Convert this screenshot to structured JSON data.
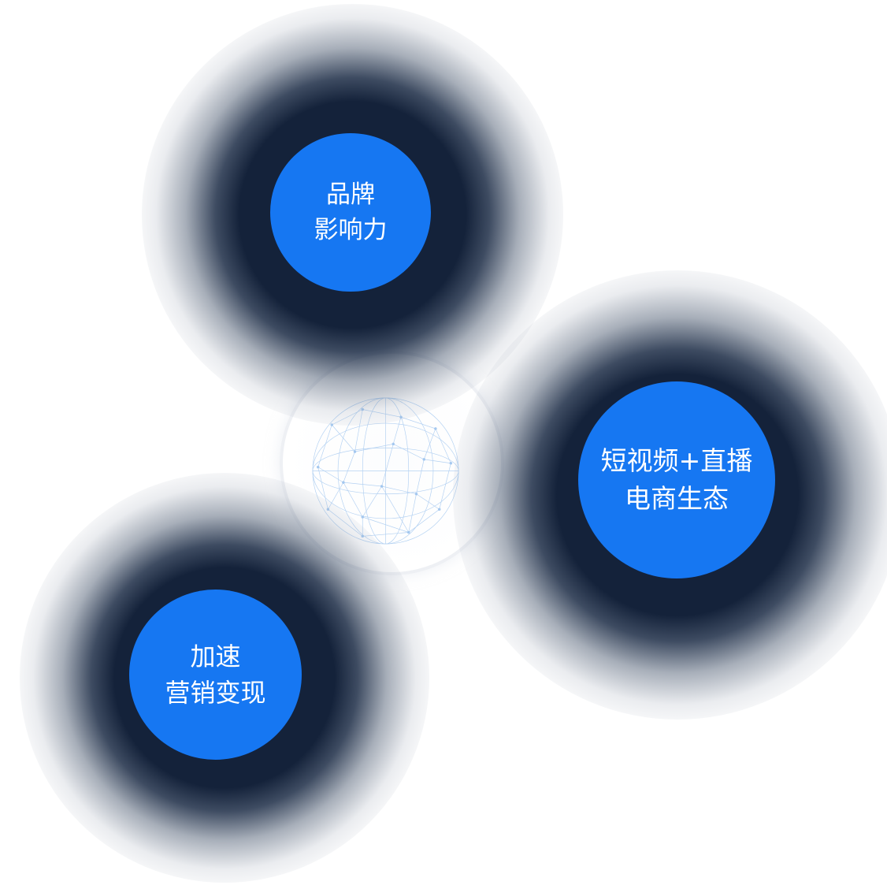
{
  "colors": {
    "bubble": "#1677f2",
    "halo": "#14223a",
    "text": "#ffffff",
    "ring": "#eef0f4",
    "mesh": "#9cc3ee"
  },
  "center": {
    "icon": "globe-mesh-icon"
  },
  "bubbles": {
    "top": {
      "line1": "品牌",
      "line2": "影响力"
    },
    "right": {
      "line1": "短视频+直播",
      "line2": "电商生态"
    },
    "bottom": {
      "line1": "加速",
      "line2": "营销变现"
    }
  }
}
